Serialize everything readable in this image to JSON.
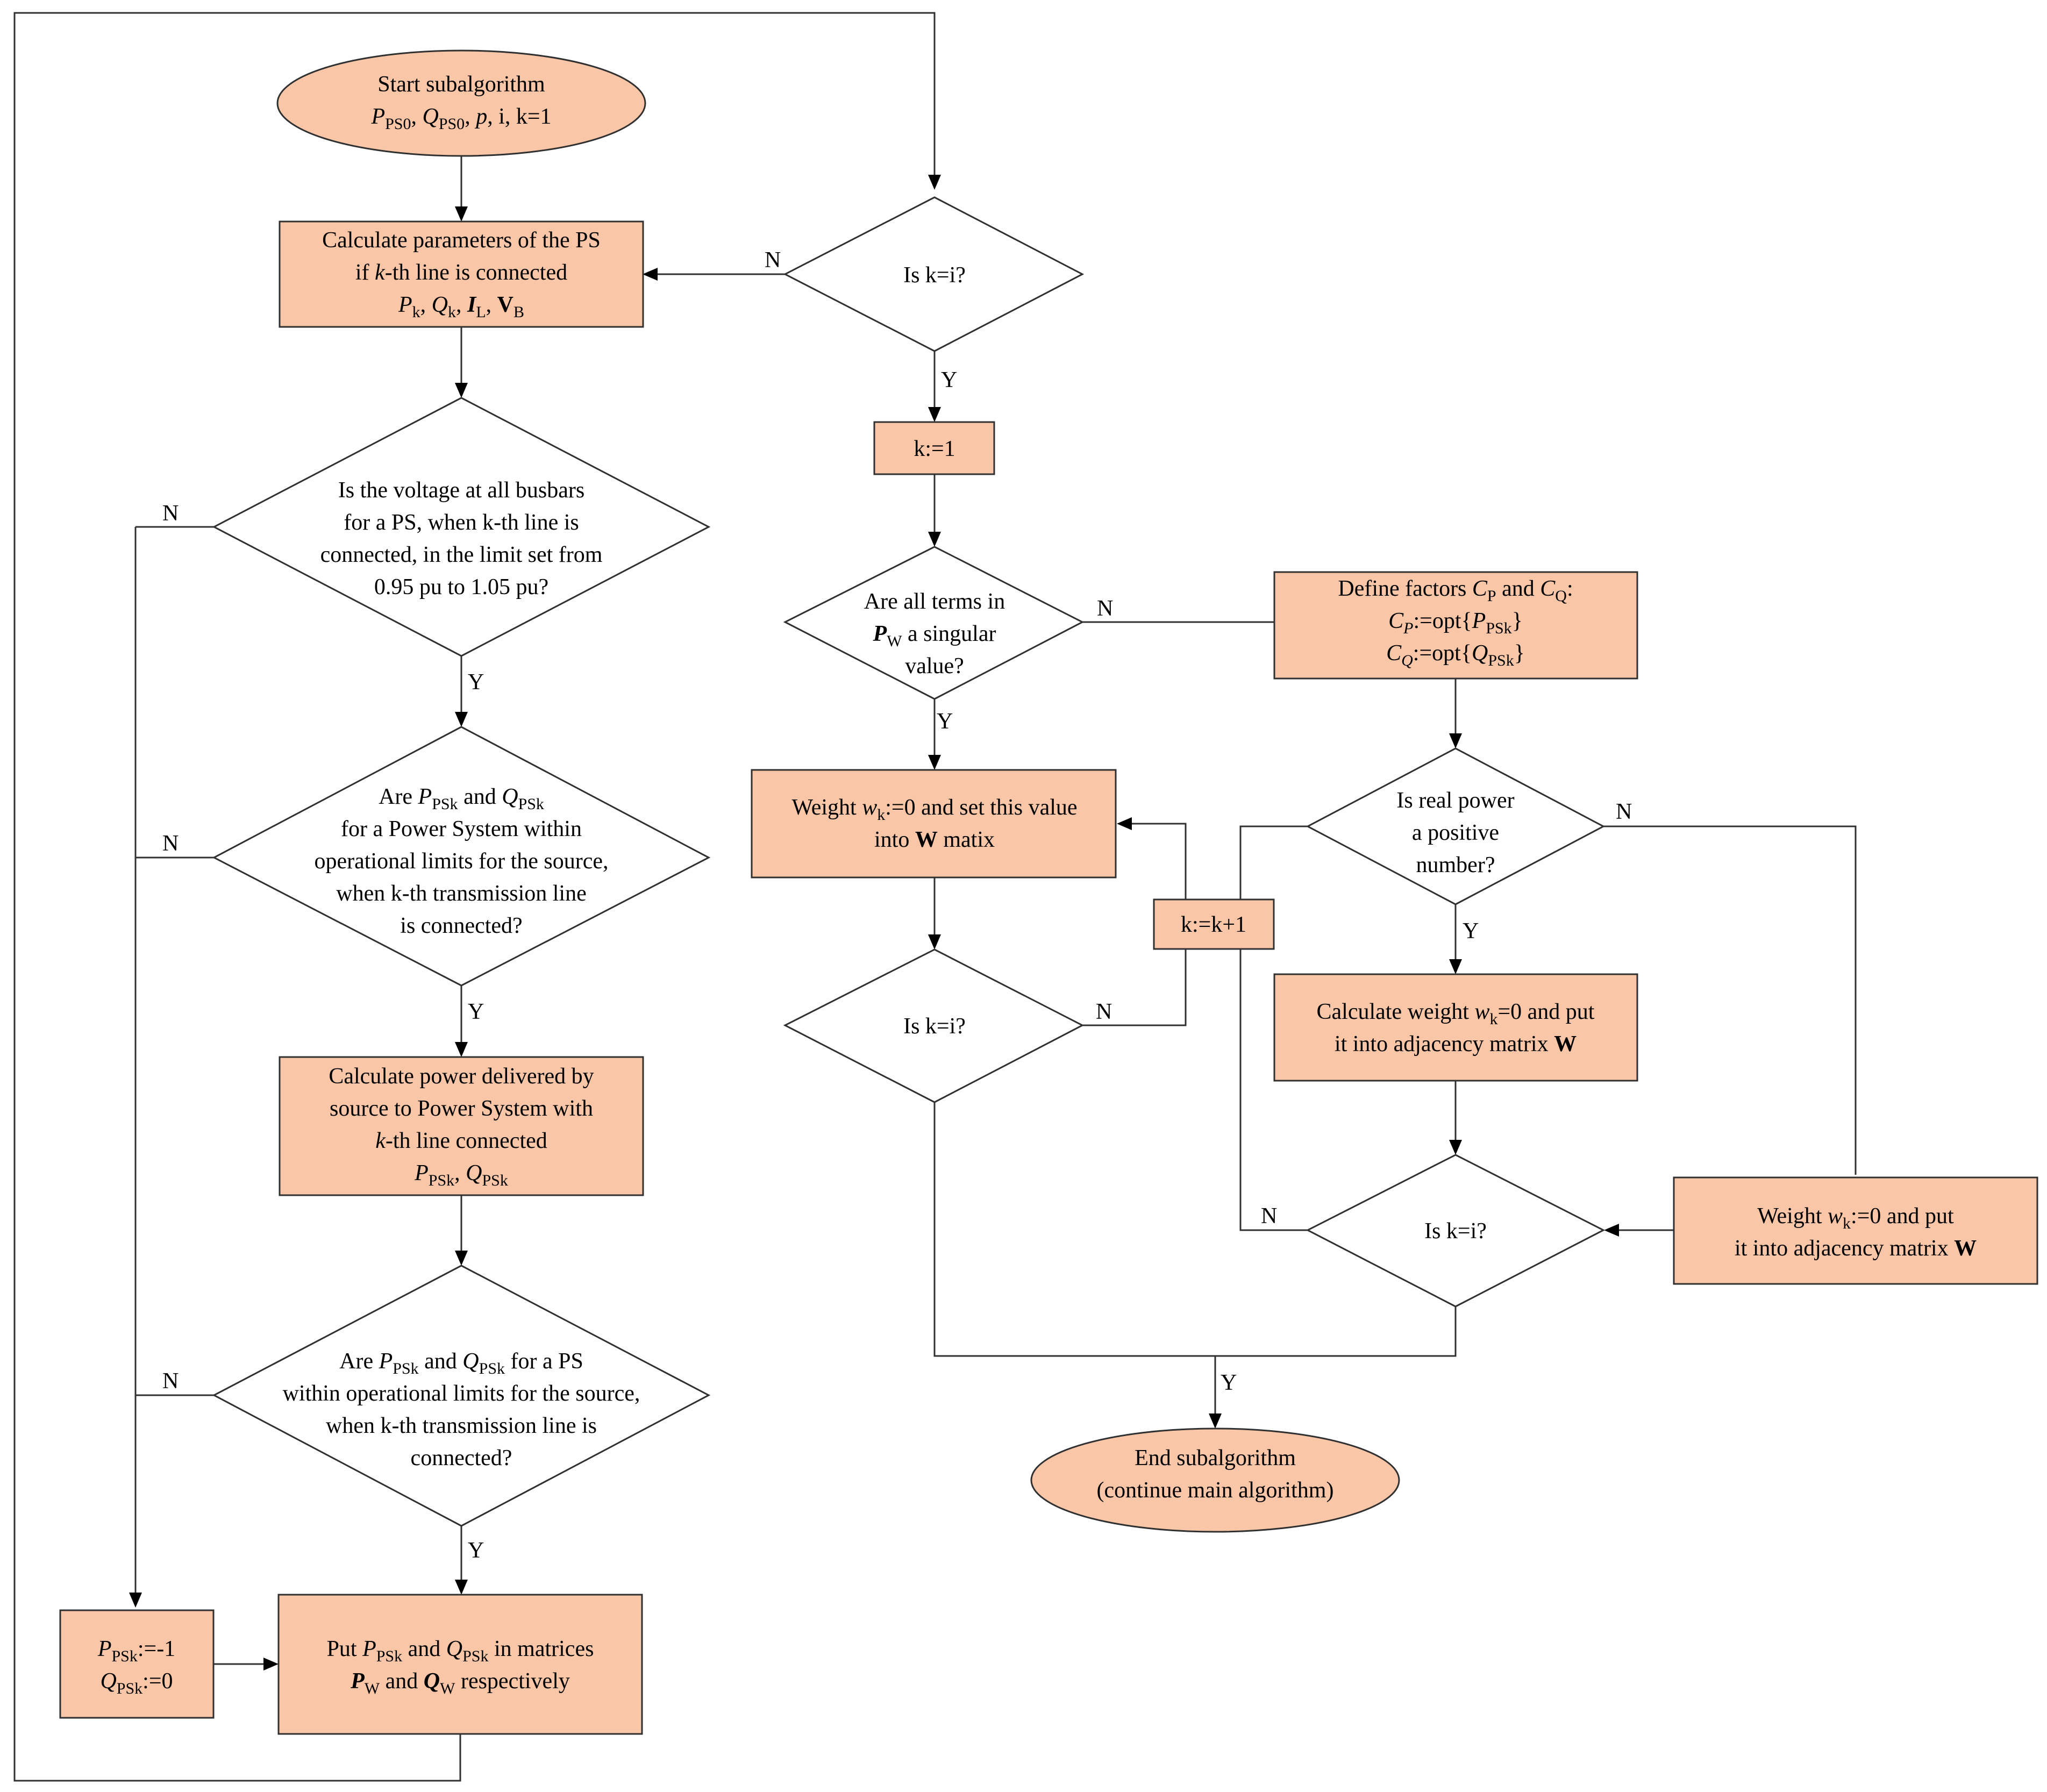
{
  "start": {
    "l1": "Start subalgorithm",
    "l2": [
      "P",
      "PS0",
      ", ",
      "Q",
      "PS0",
      ", ",
      "p",
      ", i, k=1"
    ]
  },
  "calc_params": {
    "l1": "Calculate parameters of the PS",
    "l2": [
      "if ",
      "k",
      "-th line is connected"
    ],
    "l3": [
      "P",
      "k",
      ", ",
      "Q",
      "k",
      ", ",
      "I",
      "L",
      ", ",
      "V",
      "B"
    ]
  },
  "voltage_check": {
    "l1": "Is the voltage at all busbars",
    "l2": "for a PS, when  k-th line is",
    "l3": "connected, in the limit set from",
    "l4": "0.95 pu to 1.05 pu?"
  },
  "limits_check1": {
    "l1": [
      "Are  ",
      "P",
      "PSk",
      " and ",
      "Q",
      "PSk"
    ],
    "l2": "for a Power System within",
    "l3": "operational limits for the source,",
    "l4": "when k-th transmission line",
    "l5": "is connected?"
  },
  "calc_power": {
    "l1": "Calculate power delivered by",
    "l2": "source to Power System with",
    "l3": [
      "k",
      "-th line connected"
    ],
    "l4": [
      "P",
      "PSk",
      ", ",
      "Q",
      "PSk"
    ]
  },
  "limits_check2": {
    "l1": [
      "Are  ",
      "P",
      "PSk",
      " and ",
      "Q",
      "PSk",
      " for a PS"
    ],
    "l2": "within operational limits for the source,",
    "l3": "when k-th transmission line is",
    "l4": "connected?"
  },
  "set_neg": {
    "l1": [
      "P",
      "PSk",
      ":=-1"
    ],
    "l2": [
      "Q",
      "PSk",
      ":=0"
    ]
  },
  "put_matrices": {
    "l1": [
      "Put ",
      "P",
      "PSk",
      " and ",
      "Q",
      "PSk",
      " in matrices"
    ],
    "l2": [
      "P",
      "W",
      " and ",
      "Q",
      "W",
      " respectively"
    ]
  },
  "is_k_i_top": "Is k=i?",
  "k_reset": "k:=1",
  "singular_check": {
    "l1": "Are all terms in",
    "l2": [
      "P",
      "W",
      " a singular"
    ],
    "l3": "value?"
  },
  "weight_zero": {
    "l1": [
      "Weight ",
      "w",
      "k",
      ":=0 and set this value"
    ],
    "l2": [
      "into ",
      "W",
      " matix"
    ]
  },
  "k_inc": "k:=k+1",
  "is_k_i_mid": "Is k=i?",
  "define_factors": {
    "l1": [
      "Define factors ",
      "C",
      "P",
      " and ",
      "C",
      "Q",
      ":"
    ],
    "l2": [
      "C",
      "P",
      ":=opt{",
      "P",
      "PSk",
      "}"
    ],
    "l3": [
      "C",
      "Q",
      ":=opt{",
      "Q",
      "PSk",
      "}"
    ]
  },
  "real_power_check": {
    "l1": "Is real power",
    "l2": "a positive",
    "l3": "number?"
  },
  "calc_weight": {
    "l1": [
      "Calculate weight ",
      "w",
      "k",
      "=0 and put"
    ],
    "l2": [
      "it into adjacency matrix ",
      "W"
    ]
  },
  "is_k_i_right": "Is k=i?",
  "weight_put": {
    "l1": [
      "Weight ",
      "w",
      "k",
      ":=0 and put"
    ],
    "l2": [
      "it into adjacency matrix ",
      "W"
    ]
  },
  "end": {
    "l1": "End subalgorithm",
    "l2": "(continue main algorithm)"
  },
  "labels": {
    "yes": "Y",
    "no": "N"
  },
  "colors": {
    "box_fill": "#f9c6a8",
    "stroke": "#303030"
  }
}
